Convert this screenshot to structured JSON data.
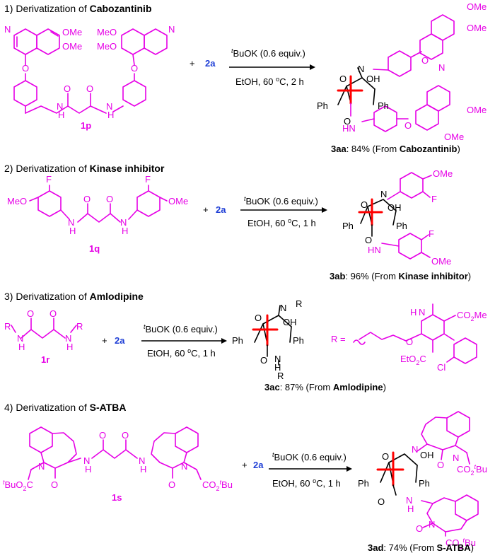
{
  "sections": [
    {
      "title_prefix": "1) Derivatization of ",
      "title_bold": "Cabozantinib",
      "reactant_label": "1p",
      "plus": "+",
      "reagent": "2a",
      "cond_top_prefix": "t",
      "cond_top": "BuOK (0.6 equiv.)",
      "cond_bottom": "EtOH, 60 ",
      "cond_deg": "o",
      "cond_bottom_end": "C, 2 h",
      "product_label": "3aa",
      "yield": ": 84%  (From ",
      "source": "Cabozantinib",
      "close": ")"
    },
    {
      "title_prefix": "2) Derivatization of ",
      "title_bold": "Kinase inhibitor",
      "reactant_label": "1q",
      "plus": "+",
      "reagent": "2a",
      "cond_top_prefix": "t",
      "cond_top": "BuOK (0.6 equiv.)",
      "cond_bottom": "EtOH, 60 ",
      "cond_deg": "o",
      "cond_bottom_end": "C, 1 h",
      "product_label": "3ab",
      "yield": ": 96% (From ",
      "source": "Kinase inhibitor",
      "close": ")"
    },
    {
      "title_prefix": "3) Derivatization of ",
      "title_bold": "Amlodipine",
      "reactant_label": "1r",
      "plus": "+",
      "reagent": "2a",
      "cond_top_prefix": "t",
      "cond_top": "BuOK (0.6 equiv.)",
      "cond_bottom": "EtOH, 60 ",
      "cond_deg": "o",
      "cond_bottom_end": "C, 1 h",
      "product_label": "3ac",
      "yield": ": 87% (From ",
      "source": "Amlodipine",
      "close": ")"
    },
    {
      "title_prefix": "4) Derivatization of ",
      "title_bold": "S-ATBA",
      "reactant_label": "1s",
      "plus": "+",
      "reagent": "2a",
      "cond_top_prefix": "t",
      "cond_top": "BuOK (0.6 equiv.)",
      "cond_bottom": "EtOH, 60 ",
      "cond_deg": "o",
      "cond_bottom_end": "C, 1 h",
      "product_label": "3ad",
      "yield": ": 74% (From ",
      "source": "S-ATBA",
      "close": ")"
    }
  ],
  "atoms": {
    "ome": "OMe",
    "meo": "MeO",
    "n": "N",
    "o": "O",
    "h": "H",
    "nh": "HN",
    "oh": "OH",
    "ph": "Ph",
    "f": "F",
    "r": "R",
    "r_eq": "R =",
    "co2me": "CO",
    "co2me_sub": "2",
    "co2me_end": "Me",
    "etooc": "EtO",
    "etooc_sub": "2",
    "etooc_end": "C",
    "cl": "Cl",
    "hn": "HN",
    "co2tbu": "CO",
    "tbu_sub": "2",
    "tbu_sup": "t",
    "tbu_end": "Bu",
    "tbuo2c_sup": "t",
    "tbuo2c": "BuO",
    "tbuo2c_sub": "2",
    "tbuo2c_end": "C"
  },
  "colors": {
    "structure": "#e600e6",
    "reagent": "#1f3fd6",
    "new_bond": "#ff0000",
    "text": "#000000"
  }
}
